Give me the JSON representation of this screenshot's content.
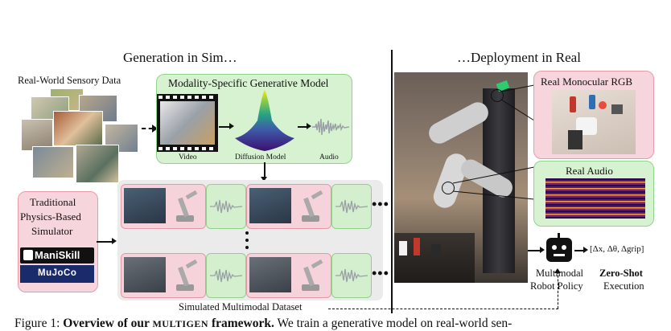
{
  "titles": {
    "left": "Generation in Sim…",
    "right": "…Deployment in Real"
  },
  "left": {
    "real_world_label": "Real-World Sensory Data",
    "generative_model": {
      "title": "Modality-Specific Generative Model",
      "video_label": "Video",
      "diffusion_label": "Diffusion Model",
      "audio_label": "Audio"
    },
    "simulator": {
      "label_line1": "Traditional",
      "label_line2": "Physics-Based",
      "label_line3": "Simulator",
      "maniskill": "ManiSkill",
      "mujoco": "MuJoCo"
    },
    "dataset_label": "Simulated Multimodal Dataset"
  },
  "right": {
    "rgb_label": "Real Monocular RGB",
    "audio_label": "Real Audio",
    "policy_line1": "Multimodal",
    "policy_line2": "Robot Policy",
    "action_formula": "[Δx, Δθ, Δgrip]",
    "zero_shot_line1": "Zero-Shot",
    "zero_shot_line2": "Execution"
  },
  "caption": {
    "prefix": "Figure 1: ",
    "bold": "Overview of our ",
    "smallcaps": "MULTIGEN",
    "bold2": " framework.",
    "rest": " We train a generative model on real-world sen-"
  },
  "colors": {
    "green_fill": "#d6f2d0",
    "green_border": "#8fd48a",
    "pink_fill": "#f7d5dc",
    "pink_border": "#e79aa8",
    "maniskill_bg": "#111111",
    "mujoco_bg": "#1a2b6b"
  }
}
